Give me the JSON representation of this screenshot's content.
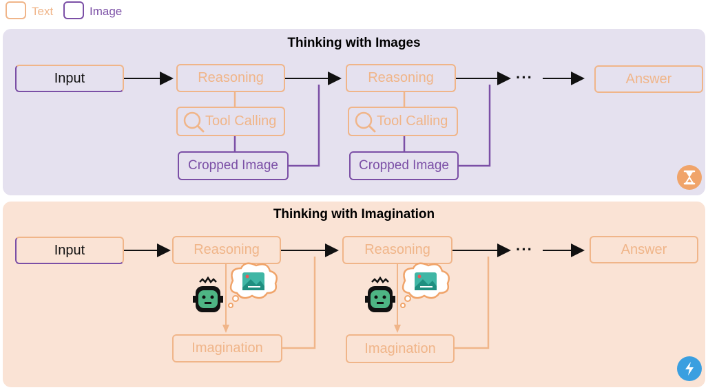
{
  "legend": [
    {
      "label": "Text",
      "color": "#f0b589"
    },
    {
      "label": "Image",
      "color": "#7b4fa6"
    }
  ],
  "top_panel": {
    "title": "Thinking with Images",
    "input": "Input",
    "reasoning": "Reasoning",
    "tool_calling": "Tool Calling",
    "cropped_image": "Cropped Image",
    "ellipsis": "···",
    "answer": "Answer",
    "badge_icon": "hourglass-icon"
  },
  "bottom_panel": {
    "title": "Thinking with Imagination",
    "input": "Input",
    "reasoning": "Reasoning",
    "imagination": "Imagination",
    "ellipsis": "···",
    "answer": "Answer",
    "robot_icon": "robot-icon",
    "thought_icon": "thought-bubble-image-icon",
    "badge_icon": "lightning-icon"
  },
  "colors": {
    "text_border": "#f0b589",
    "image_border": "#7b4fa6",
    "top_bg": "#e5e1ef",
    "bottom_bg": "#fae3d5",
    "badge_orange": "#f0a46a",
    "badge_blue": "#3a9fe0"
  }
}
